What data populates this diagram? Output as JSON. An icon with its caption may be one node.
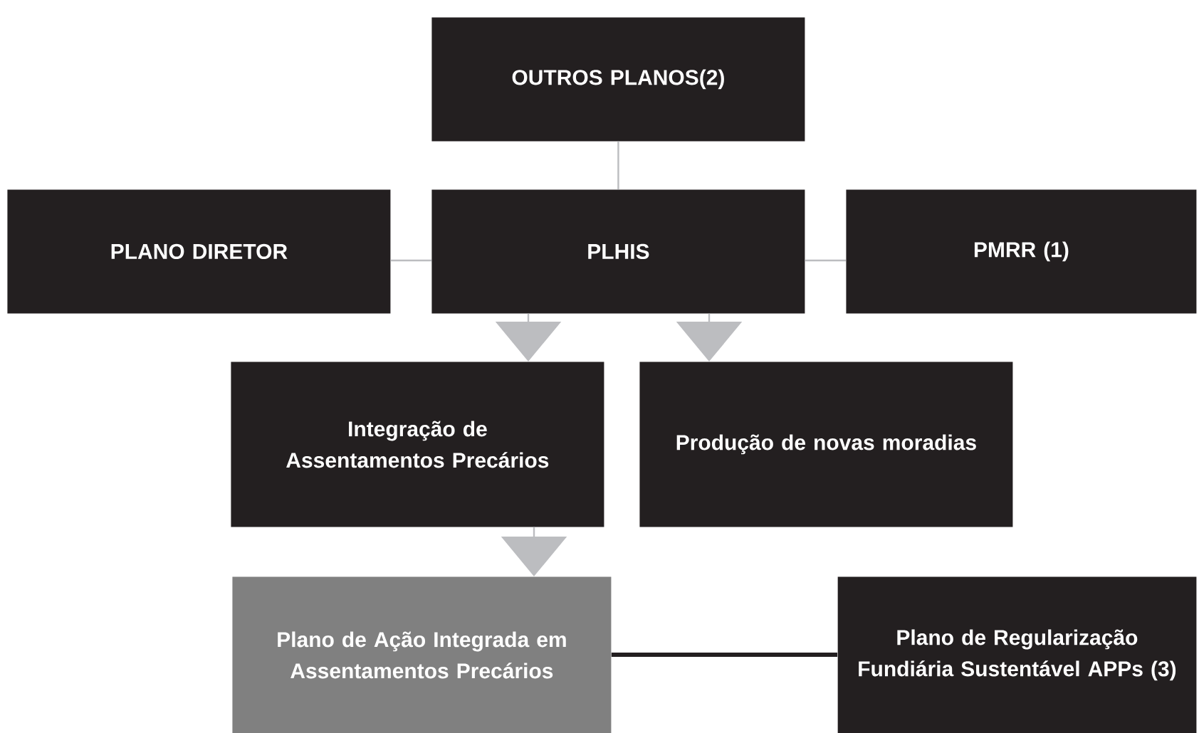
{
  "diagram": {
    "nodes": [
      {
        "text": [
          "OUTROS PLANOS(2)"
        ]
      },
      {
        "text": [
          "PLANO DIRETOR"
        ]
      },
      {
        "text": [
          "PLHIS"
        ]
      },
      {
        "text": [
          "PMRR (1)"
        ]
      },
      {
        "text": [
          "Integração de Assentamentos Precários"
        ]
      },
      {
        "text": [
          "Produção de novas moradias"
        ]
      },
      {
        "text": [
          "Plano de Ação Integrada em Assentamentos Precários"
        ]
      },
      {
        "text": [
          "Plano de Regularização Fundiária Sustentável APPs (3)"
        ]
      }
    ],
    "edges": [
      {
        "from": 0,
        "to": 2,
        "arrow": "none"
      },
      {
        "from": 1,
        "to": 2,
        "arrow": "none"
      },
      {
        "from": 2,
        "to": 3,
        "arrow": "none"
      },
      {
        "from": 2,
        "to": 4,
        "arrow": "to"
      },
      {
        "from": 2,
        "to": 5,
        "arrow": "to"
      },
      {
        "from": 4,
        "to": 6,
        "arrow": "to"
      },
      {
        "from": 6,
        "to": 7,
        "arrow": "none",
        "style": "thick",
        "color": "#231f20"
      }
    ]
  }
}
